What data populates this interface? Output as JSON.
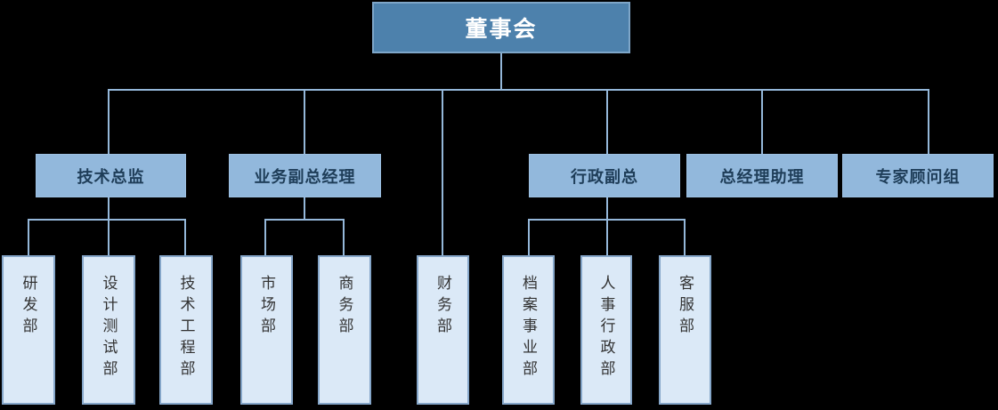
{
  "org": {
    "root": {
      "label": "董事会"
    },
    "level2": [
      {
        "label": "技术总监"
      },
      {
        "label": "业务副总经理"
      },
      {
        "label": "行政副总"
      },
      {
        "label": "总经理助理"
      },
      {
        "label": "专家顾问组"
      }
    ],
    "level3": [
      {
        "label": "研发部"
      },
      {
        "label": "设计测试部"
      },
      {
        "label": "技术工程部"
      },
      {
        "label": "市场部"
      },
      {
        "label": "商务部"
      },
      {
        "label": "财务部"
      },
      {
        "label": "档案事业部"
      },
      {
        "label": "人事行政部"
      },
      {
        "label": "客服部"
      }
    ],
    "colors": {
      "background": "#000000",
      "root_fill": "#4d81ac",
      "level2_fill": "#92b8dc",
      "level2_text": "#1e3d58",
      "level3_fill": "#dbe9f7",
      "level3_border": "#85a6c9",
      "connector": "#94b7d9"
    }
  }
}
